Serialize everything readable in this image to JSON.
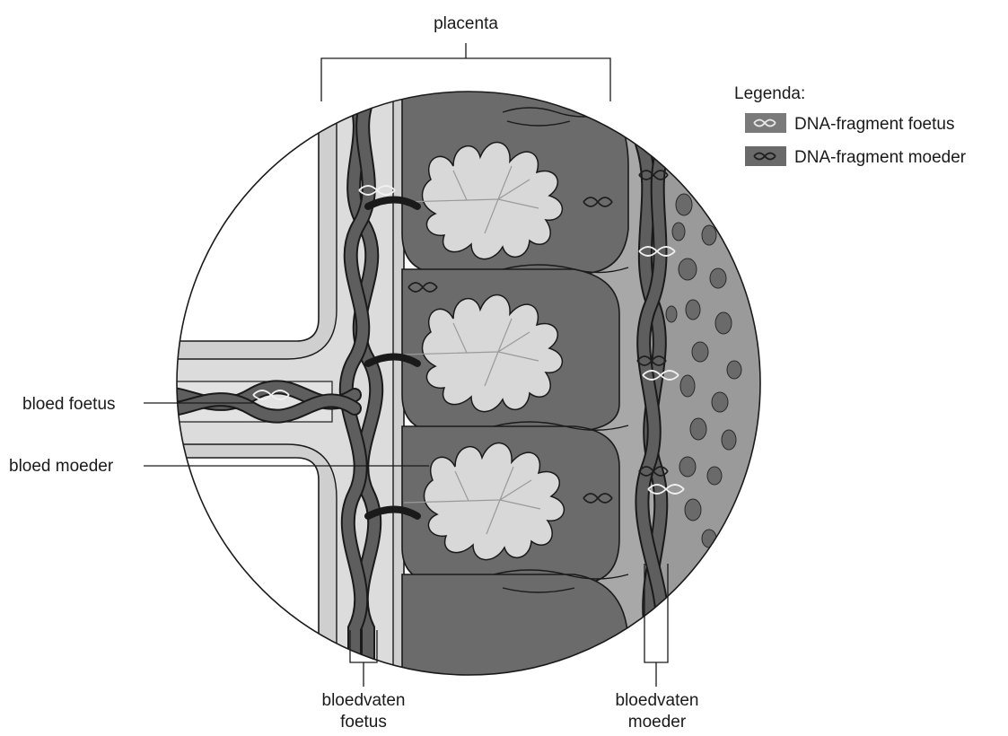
{
  "labels": {
    "placenta": "placenta",
    "blood_fetus": "bloed foetus",
    "blood_mother": "bloed moeder",
    "vessels_fetus_line1": "bloedvaten",
    "vessels_fetus_line2": "foetus",
    "vessels_mother_line1": "bloedvaten",
    "vessels_mother_line2": "moeder"
  },
  "legend": {
    "title": "Legenda:",
    "items": [
      {
        "label": "DNA-fragment foetus",
        "icon": "dna-fragment-fetus-icon",
        "swatch_color": "#7a7a7a",
        "helix_color": "#e8e8e8"
      },
      {
        "label": "DNA-fragment moeder",
        "icon": "dna-fragment-mother-icon",
        "swatch_color": "#6a6a6a",
        "helix_color": "#1e1e1e"
      }
    ]
  },
  "colors": {
    "fetal_tissue": "#cfcfcf",
    "fetal_vessel_band": "#dcdcdc",
    "maternal_blood": "#6b6b6b",
    "villus": "#d8d8d8",
    "uterine_wall": "#9a9a9a",
    "vessel": "#5e5e5e",
    "outline": "#1a1a1a"
  }
}
